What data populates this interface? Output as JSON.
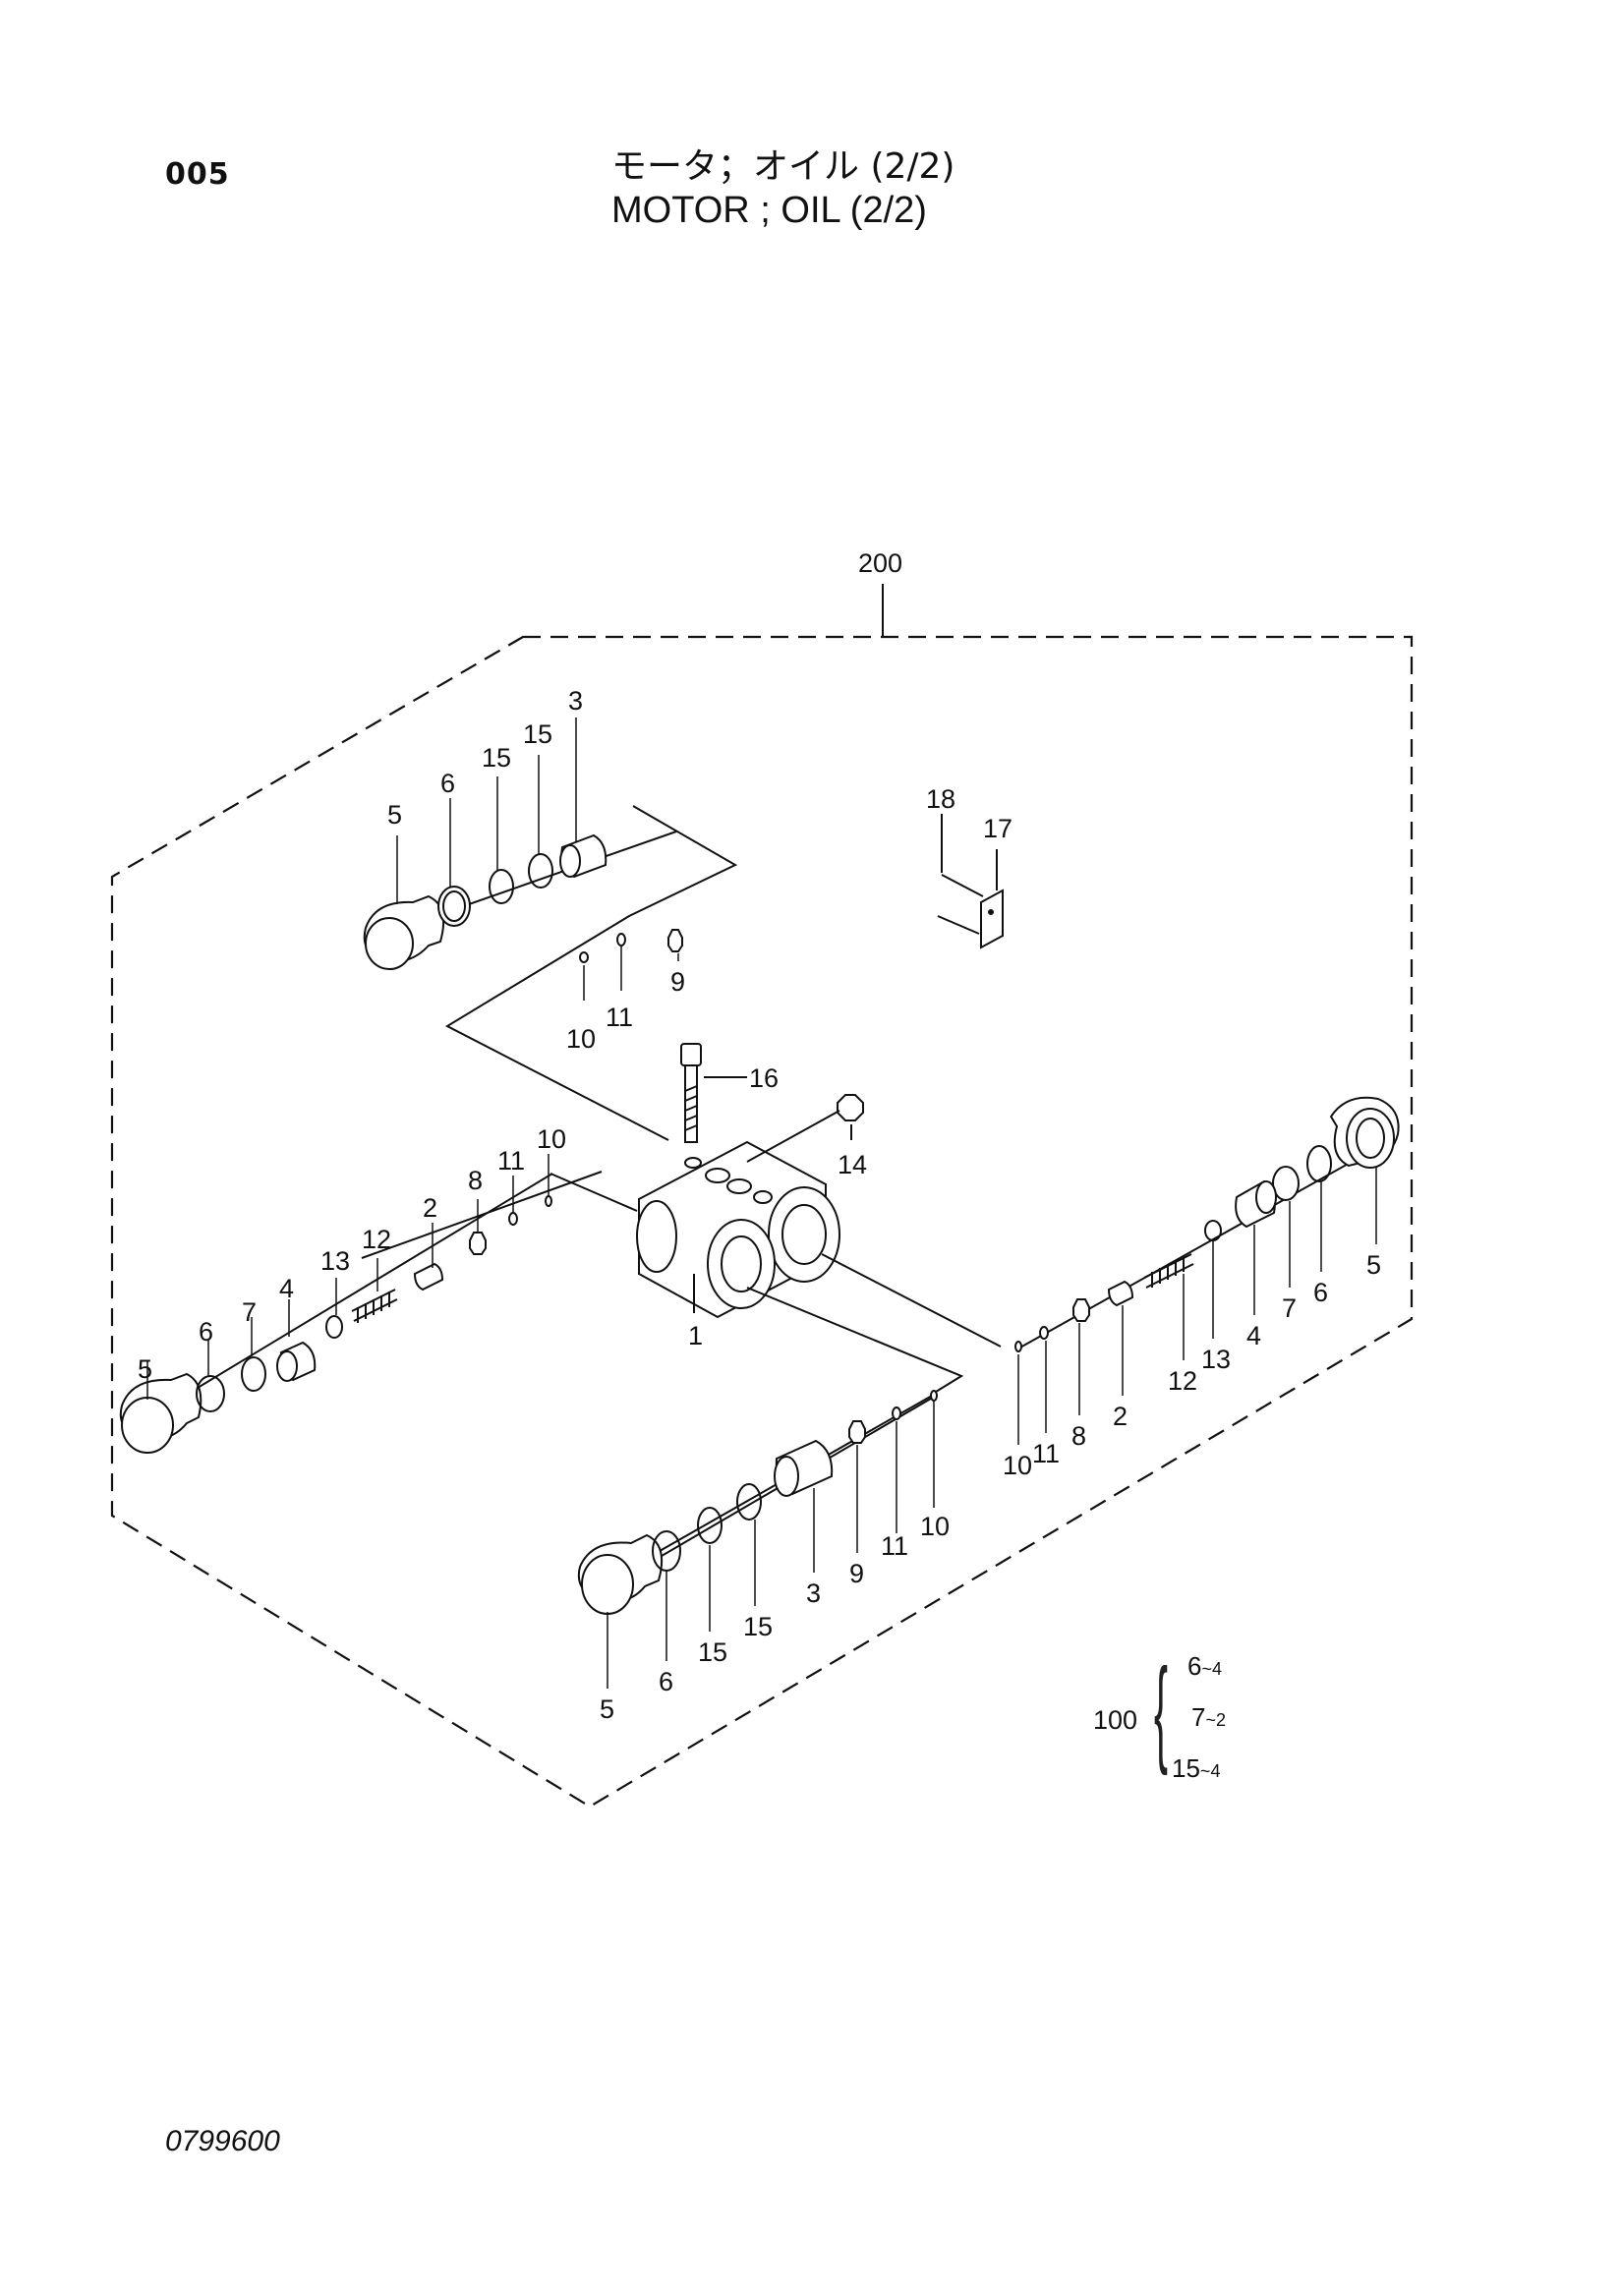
{
  "header": {
    "page_number": "005",
    "title_jp": "モータ；オイル (2/2)",
    "title_en": "MOTOR ; OIL (2/2)"
  },
  "footer": {
    "drawing_number": "0799600"
  },
  "assembly": {
    "label": "200"
  },
  "callouts": {
    "top_valve": [
      "5",
      "6",
      "15",
      "15",
      "3",
      "10",
      "11",
      "9"
    ],
    "plate": [
      "18",
      "17"
    ],
    "body": [
      "16",
      "14",
      "1"
    ],
    "left_valve": [
      "5",
      "6",
      "7",
      "4",
      "13",
      "12",
      "2",
      "8",
      "11",
      "10"
    ],
    "right_valve": [
      "5",
      "6",
      "7",
      "4",
      "13",
      "12",
      "2",
      "8",
      "11",
      "10"
    ],
    "bottom_valve": [
      "5",
      "6",
      "15",
      "15",
      "3",
      "9",
      "11",
      "10"
    ]
  },
  "kit": {
    "id": "100",
    "items": [
      {
        "part": "6",
        "sep": "~",
        "qty": "4"
      },
      {
        "part": "7",
        "sep": "~",
        "qty": "2"
      },
      {
        "part": "15",
        "sep": "~",
        "qty": "4"
      }
    ]
  }
}
